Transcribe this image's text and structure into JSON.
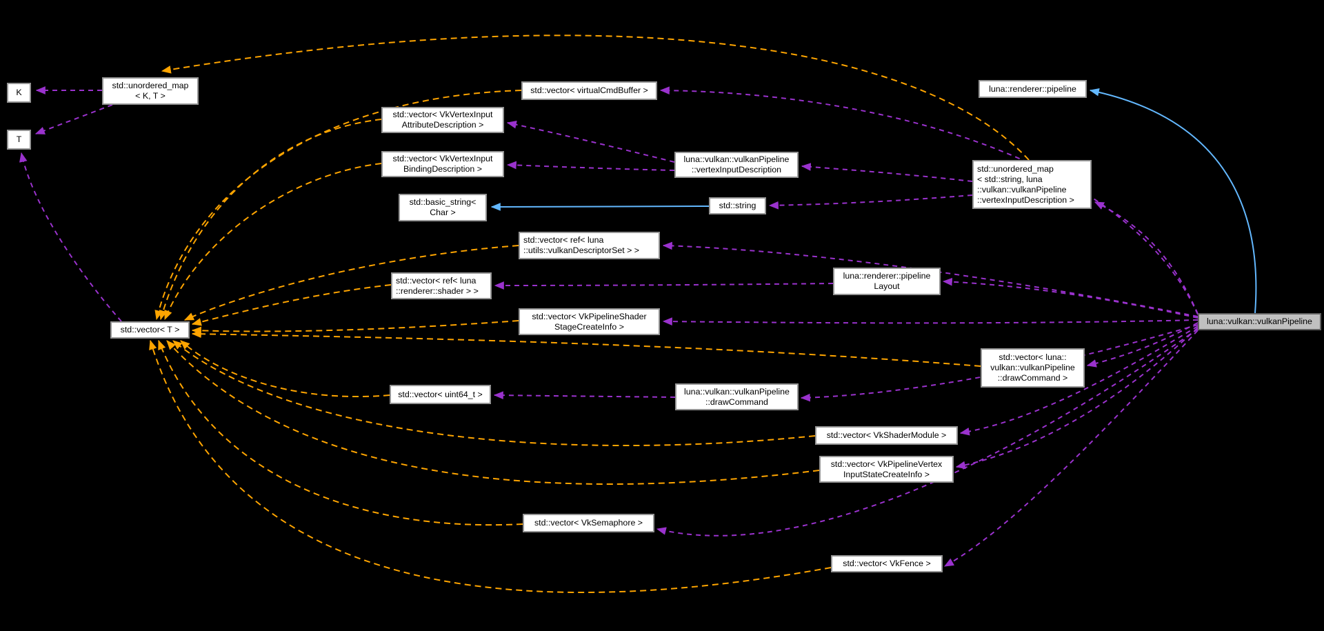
{
  "diagram": {
    "kind": "collaboration-graph",
    "colors": {
      "member_edge": "#9a32cd",
      "template_edge": "#ffa500",
      "inheritance_edge": "#63b8ff",
      "node_fill": "#ffffff",
      "node_border": "#959595",
      "main_node_fill": "#c0c0c0",
      "main_node_border": "#616161",
      "node_text": "#000000",
      "background": "#000000"
    },
    "nodes": {
      "k": {
        "lines": [
          "K"
        ]
      },
      "t": {
        "lines": [
          "T"
        ]
      },
      "unordered_map_kt": {
        "lines": [
          "std::unordered_map",
          "< K, T >"
        ]
      },
      "vector_virtualcmdbuffer": {
        "lines": [
          "std::vector< virtualCmdBuffer >"
        ]
      },
      "vector_vkvertexinputattribute": {
        "lines": [
          "std::vector< VkVertexInput",
          "AttributeDescription >"
        ]
      },
      "vector_vkvertexinputbinding": {
        "lines": [
          "std::vector< VkVertexInput",
          "BindingDescription >"
        ]
      },
      "vertexinputdescription": {
        "lines": [
          "luna::vulkan::vulkanPipeline",
          "::vertexInputDescription"
        ]
      },
      "basic_string": {
        "lines": [
          "std::basic_string<",
          "Char >"
        ]
      },
      "string": {
        "lines": [
          "std::string"
        ]
      },
      "renderer_pipeline": {
        "lines": [
          "luna::renderer::pipeline"
        ]
      },
      "unordered_map_string": {
        "lines": [
          "std::unordered_map",
          "< std::string, luna",
          "::vulkan::vulkanPipeline",
          "::vertexInputDescription >"
        ]
      },
      "vector_descriptorset": {
        "lines": [
          "std::vector< ref< luna",
          "::utils::vulkanDescriptorSet > >"
        ]
      },
      "vector_shader": {
        "lines": [
          "std::vector< ref< luna",
          "::renderer::shader > >"
        ]
      },
      "pipelinelayout": {
        "lines": [
          "luna::renderer::pipeline",
          "Layout"
        ]
      },
      "vector_shaderstage": {
        "lines": [
          "std::vector< VkPipelineShader",
          "StageCreateInfo >"
        ]
      },
      "vector_t": {
        "lines": [
          "std::vector< T >"
        ]
      },
      "main": {
        "lines": [
          "luna::vulkan::vulkanPipeline"
        ]
      },
      "vector_drawcommand": {
        "lines": [
          "std::vector< luna::",
          "vulkan::vulkanPipeline",
          "::drawCommand >"
        ]
      },
      "vector_uint64": {
        "lines": [
          "std::vector< uint64_t >"
        ]
      },
      "drawcommand": {
        "lines": [
          "luna::vulkan::vulkanPipeline",
          "::drawCommand"
        ]
      },
      "vector_vkshadermodule": {
        "lines": [
          "std::vector< VkShaderModule >"
        ]
      },
      "vector_vkpipelinevertex": {
        "lines": [
          "std::vector< VkPipelineVertex",
          "InputStateCreateInfo >"
        ]
      },
      "vector_vksemaphore": {
        "lines": [
          "std::vector< VkSemaphore >"
        ]
      },
      "vector_vkfence": {
        "lines": [
          "std::vector< VkFence >"
        ]
      }
    },
    "edges": [
      {
        "from": "unordered_map_kt",
        "to": "k",
        "type": "member"
      },
      {
        "from": "unordered_map_kt",
        "to": "t",
        "type": "member"
      },
      {
        "from": "vector_t",
        "to": "t",
        "type": "member"
      },
      {
        "from": "vertexinputdescription",
        "to": "vector_vkvertexinputattribute",
        "type": "member"
      },
      {
        "from": "vertexinputdescription",
        "to": "vector_vkvertexinputbinding",
        "type": "member"
      },
      {
        "from": "unordered_map_string",
        "to": "vertexinputdescription",
        "type": "member"
      },
      {
        "from": "unordered_map_string",
        "to": "string",
        "type": "member"
      },
      {
        "from": "pipelinelayout",
        "to": "vector_shader",
        "type": "member"
      },
      {
        "from": "drawcommand",
        "to": "vector_uint64",
        "type": "member"
      },
      {
        "from": "main",
        "to": "vector_virtualcmdbuffer",
        "type": "member"
      },
      {
        "from": "main",
        "to": "unordered_map_string",
        "type": "member"
      },
      {
        "from": "main",
        "to": "pipelinelayout",
        "type": "member"
      },
      {
        "from": "main",
        "to": "vector_descriptorset",
        "type": "member"
      },
      {
        "from": "main",
        "to": "vector_shaderstage",
        "type": "member"
      },
      {
        "from": "main",
        "to": "vector_drawcommand",
        "type": "member"
      },
      {
        "from": "main",
        "to": "drawcommand",
        "type": "member"
      },
      {
        "from": "main",
        "to": "vector_vkshadermodule",
        "type": "member"
      },
      {
        "from": "main",
        "to": "vector_vkpipelinevertex",
        "type": "member"
      },
      {
        "from": "main",
        "to": "vector_vksemaphore",
        "type": "member"
      },
      {
        "from": "main",
        "to": "vector_vkfence",
        "type": "member"
      },
      {
        "from": "unordered_map_string",
        "to": "unordered_map_kt",
        "type": "template-instance"
      },
      {
        "from": "vector_virtualcmdbuffer",
        "to": "vector_t",
        "type": "template-instance"
      },
      {
        "from": "vector_vkvertexinputattribute",
        "to": "vector_t",
        "type": "template-instance"
      },
      {
        "from": "vector_vkvertexinputbinding",
        "to": "vector_t",
        "type": "template-instance"
      },
      {
        "from": "vector_descriptorset",
        "to": "vector_t",
        "type": "template-instance"
      },
      {
        "from": "vector_shader",
        "to": "vector_t",
        "type": "template-instance"
      },
      {
        "from": "vector_shaderstage",
        "to": "vector_t",
        "type": "template-instance"
      },
      {
        "from": "vector_drawcommand",
        "to": "vector_t",
        "type": "template-instance"
      },
      {
        "from": "vector_uint64",
        "to": "vector_t",
        "type": "template-instance"
      },
      {
        "from": "vector_vkshadermodule",
        "to": "vector_t",
        "type": "template-instance"
      },
      {
        "from": "vector_vkpipelinevertex",
        "to": "vector_t",
        "type": "template-instance"
      },
      {
        "from": "vector_vksemaphore",
        "to": "vector_t",
        "type": "template-instance"
      },
      {
        "from": "vector_vkfence",
        "to": "vector_t",
        "type": "template-instance"
      },
      {
        "from": "string",
        "to": "basic_string",
        "type": "inheritance"
      },
      {
        "from": "main",
        "to": "renderer_pipeline",
        "type": "inheritance"
      }
    ]
  }
}
